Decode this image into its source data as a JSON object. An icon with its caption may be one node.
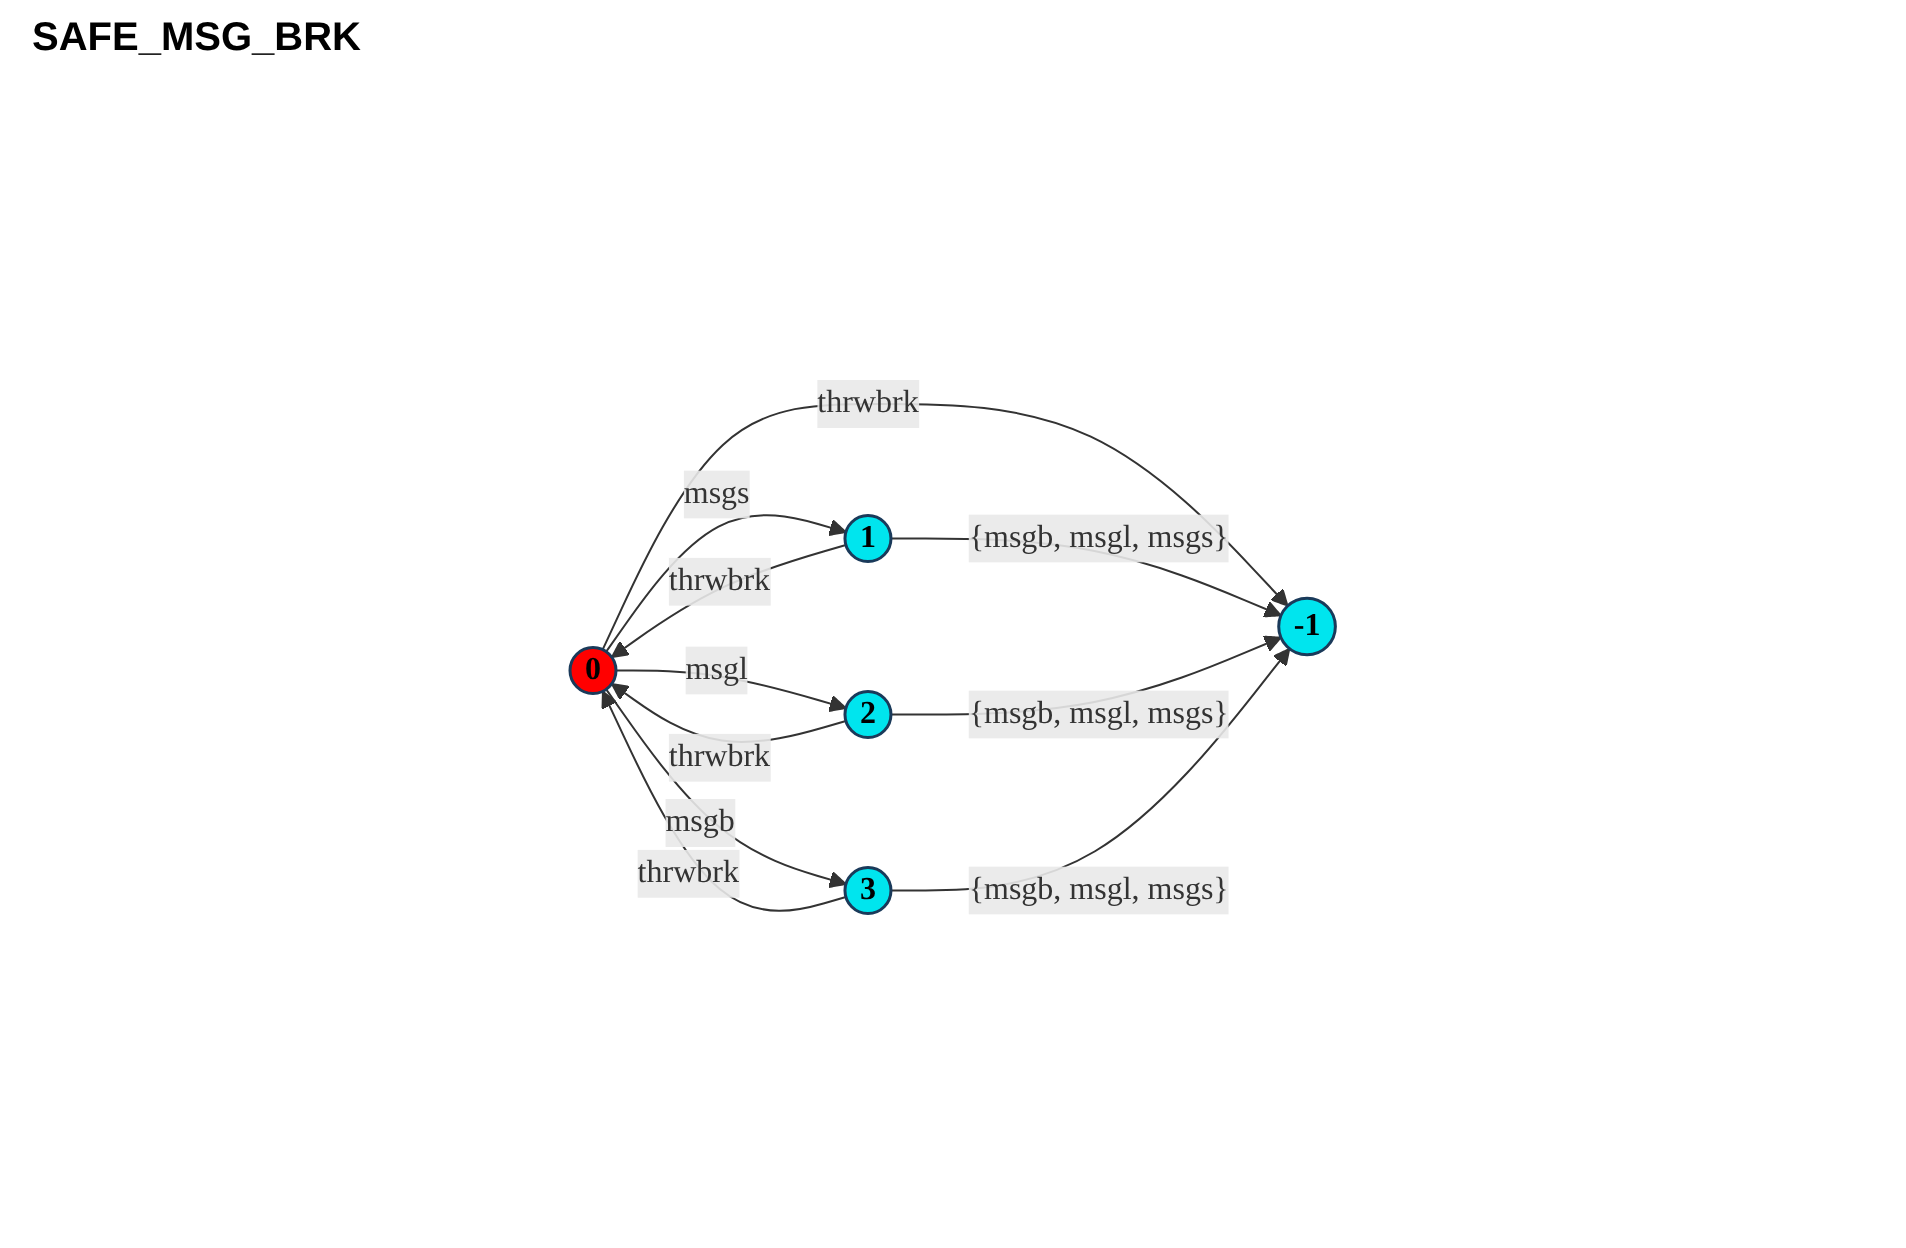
{
  "diagram": {
    "title": "SAFE_MSG_BRK",
    "nodes": [
      {
        "text": [
          "-1"
        ]
      },
      {
        "text": [
          "0"
        ]
      },
      {
        "text": [
          "1"
        ]
      },
      {
        "text": [
          "2"
        ]
      },
      {
        "text": [
          "3"
        ]
      }
    ],
    "edges": [
      {
        "from": 1,
        "to": 4,
        "arrow": "to",
        "label": "msgb"
      },
      {
        "from": 1,
        "to": 3,
        "arrow": "to",
        "label": "msgl"
      },
      {
        "from": 1,
        "to": 2,
        "arrow": "to",
        "label": "msgs"
      },
      {
        "from": 1,
        "to": 0,
        "arrow": "to",
        "label": "thrwbrk"
      },
      {
        "from": 2,
        "to": 1,
        "arrow": "to",
        "label": "thrwbrk"
      },
      {
        "from": 2,
        "to": 0,
        "arrow": "to",
        "label": "{msgb, msgl, msgs}"
      },
      {
        "from": 3,
        "to": 1,
        "arrow": "to",
        "label": "thrwbrk"
      },
      {
        "from": 3,
        "to": 0,
        "arrow": "to",
        "label": "{msgb, msgl, msgs}"
      },
      {
        "from": 4,
        "to": 1,
        "arrow": "to",
        "label": "thrwbrk"
      },
      {
        "from": 4,
        "to": 0,
        "arrow": "to",
        "label": "{msgb, msgl, msgs}"
      }
    ]
  }
}
